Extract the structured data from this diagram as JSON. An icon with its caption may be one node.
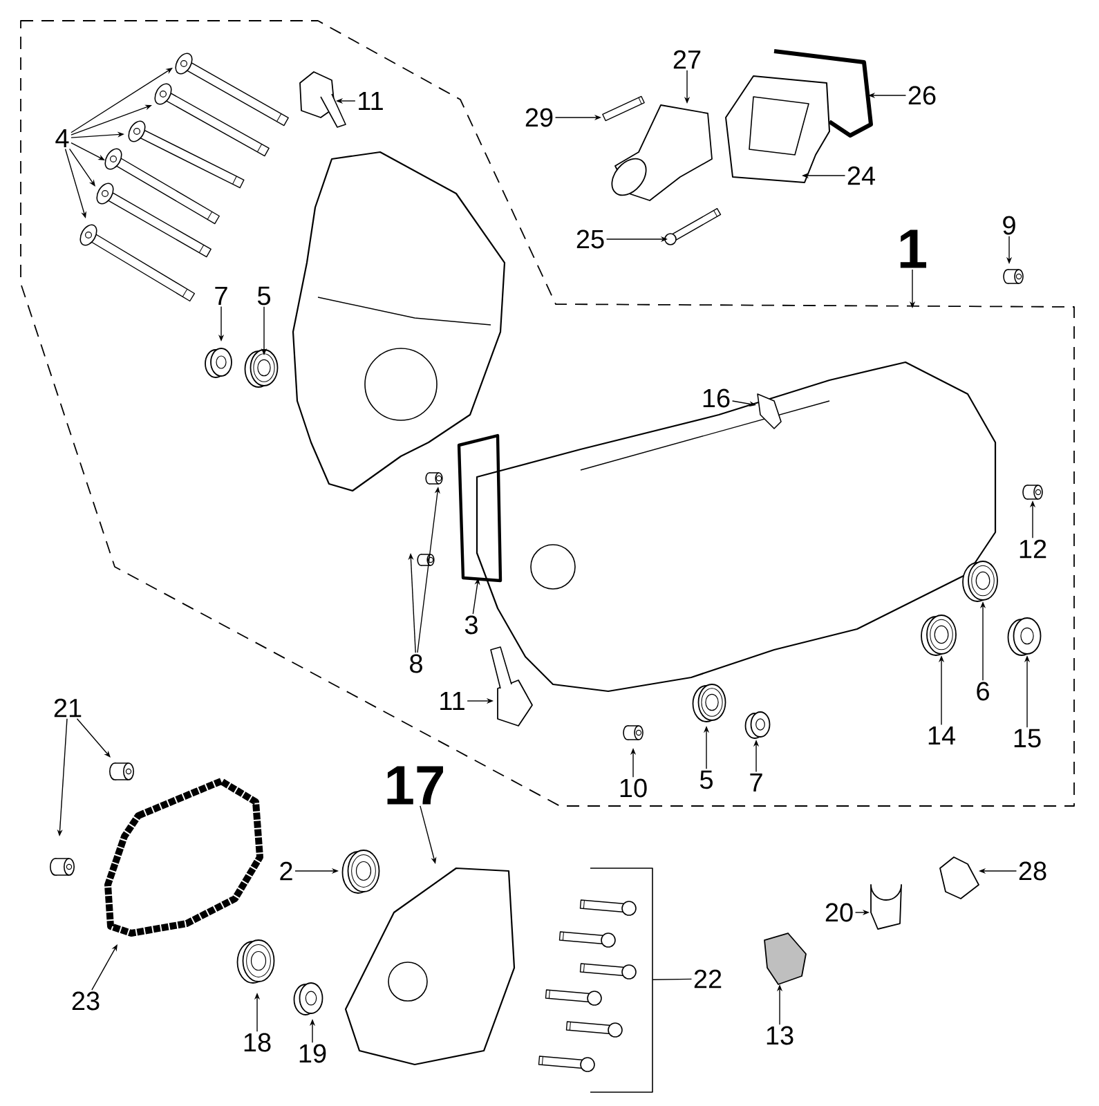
{
  "diagram": {
    "nodes": [
      {
        "text": [
          "4"
        ]
      },
      {
        "text": [
          "11"
        ]
      },
      {
        "text": [
          "29"
        ]
      },
      {
        "text": [
          "27"
        ]
      },
      {
        "text": [
          "26"
        ]
      },
      {
        "text": [
          "24"
        ]
      },
      {
        "text": [
          "25"
        ]
      },
      {
        "text": [
          "1"
        ]
      },
      {
        "text": [
          "9"
        ]
      },
      {
        "text": [
          "7"
        ]
      },
      {
        "text": [
          "5"
        ]
      },
      {
        "text": [
          "16"
        ]
      },
      {
        "text": [
          "12"
        ]
      },
      {
        "text": [
          "8"
        ]
      },
      {
        "text": [
          "3"
        ]
      },
      {
        "text": [
          "11"
        ]
      },
      {
        "text": [
          "10"
        ]
      },
      {
        "text": [
          "5"
        ]
      },
      {
        "text": [
          "7"
        ]
      },
      {
        "text": [
          "14"
        ]
      },
      {
        "text": [
          "6"
        ]
      },
      {
        "text": [
          "15"
        ]
      },
      {
        "text": [
          "21"
        ]
      },
      {
        "text": [
          "23"
        ]
      },
      {
        "text": [
          "17"
        ]
      },
      {
        "text": [
          "2"
        ]
      },
      {
        "text": [
          "18"
        ]
      },
      {
        "text": [
          "19"
        ]
      },
      {
        "text": [
          "22"
        ]
      },
      {
        "text": [
          "13"
        ]
      },
      {
        "text": [
          "20"
        ]
      },
      {
        "text": [
          "28"
        ]
      },
      {
        "text": [],
        "shape": "bracket"
      }
    ],
    "edges": [
      {
        "from": 0,
        "to": null,
        "arrow": "to"
      },
      {
        "from": 0,
        "to": null,
        "arrow": "to"
      },
      {
        "from": 0,
        "to": null,
        "arrow": "to"
      },
      {
        "from": 0,
        "to": null,
        "arrow": "to"
      },
      {
        "from": 0,
        "to": null,
        "arrow": "to"
      },
      {
        "from": 0,
        "to": null,
        "arrow": "to"
      },
      {
        "from": 1,
        "to": null,
        "arrow": "to"
      },
      {
        "from": 2,
        "to": null,
        "arrow": "to"
      },
      {
        "from": 3,
        "to": null,
        "arrow": "to"
      },
      {
        "from": 4,
        "to": null,
        "arrow": "to"
      },
      {
        "from": 5,
        "to": null,
        "arrow": "to"
      },
      {
        "from": 6,
        "to": null,
        "arrow": "to"
      },
      {
        "from": 7,
        "to": null,
        "arrow": "to"
      },
      {
        "from": 8,
        "to": null,
        "arrow": "to"
      },
      {
        "from": 9,
        "to": null,
        "arrow": "to"
      },
      {
        "from": 10,
        "to": null,
        "arrow": "to"
      },
      {
        "from": 11,
        "to": null,
        "arrow": "to"
      },
      {
        "from": 12,
        "to": null,
        "arrow": "to"
      },
      {
        "from": 13,
        "to": null,
        "arrow": "to"
      },
      {
        "from": 13,
        "to": null,
        "arrow": "to"
      },
      {
        "from": 14,
        "to": null,
        "arrow": "to"
      },
      {
        "from": 15,
        "to": null,
        "arrow": "to"
      },
      {
        "from": 16,
        "to": null,
        "arrow": "to"
      },
      {
        "from": 17,
        "to": null,
        "arrow": "to"
      },
      {
        "from": 18,
        "to": null,
        "arrow": "to"
      },
      {
        "from": 19,
        "to": null,
        "arrow": "to"
      },
      {
        "from": 20,
        "to": null,
        "arrow": "to"
      },
      {
        "from": 21,
        "to": null,
        "arrow": "to"
      },
      {
        "from": 22,
        "to": null,
        "arrow": "to"
      },
      {
        "from": 22,
        "to": null,
        "arrow": "to"
      },
      {
        "from": 23,
        "to": null,
        "arrow": "to"
      },
      {
        "from": 24,
        "to": null,
        "arrow": "to"
      },
      {
        "from": 25,
        "to": null,
        "arrow": "to"
      },
      {
        "from": 26,
        "to": null,
        "arrow": "to"
      },
      {
        "from": 27,
        "to": null,
        "arrow": "to"
      },
      {
        "from": 28,
        "to": 32,
        "arrow": "none"
      },
      {
        "from": 29,
        "to": null,
        "arrow": "to"
      },
      {
        "from": 30,
        "to": null,
        "arrow": "to"
      },
      {
        "from": 31,
        "to": null,
        "arrow": "to"
      }
    ]
  }
}
